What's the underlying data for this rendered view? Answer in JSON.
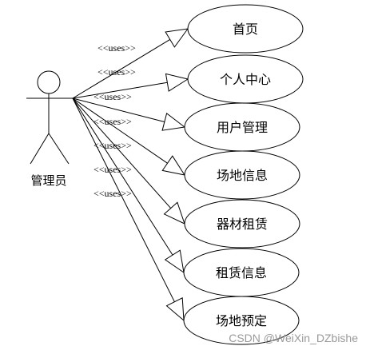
{
  "actor": {
    "label": "管理员"
  },
  "relationship_label": "<<uses>>",
  "use_cases": [
    {
      "id": "home",
      "label": "首页"
    },
    {
      "id": "personal-center",
      "label": "个人中心"
    },
    {
      "id": "user-management",
      "label": "用户管理"
    },
    {
      "id": "venue-info",
      "label": "场地信息"
    },
    {
      "id": "equipment-rental",
      "label": "器材租赁"
    },
    {
      "id": "rental-info",
      "label": "租赁信息"
    },
    {
      "id": "venue-booking",
      "label": "场地预定"
    }
  ],
  "watermark": "CSDN @WeiXin_DZbishe"
}
